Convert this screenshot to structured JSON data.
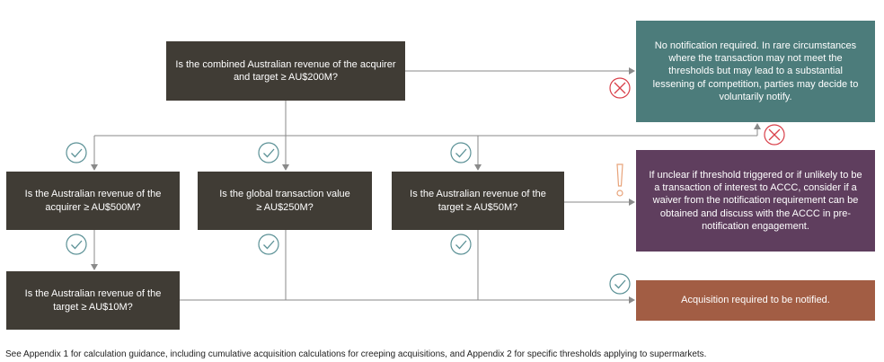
{
  "boxes": {
    "q_combined": "Is the combined Australian revenue of the acquirer and target ≥ AU$200M?",
    "q_acquirer": "Is the Australian revenue of the acquirer ≥ AU$500M?",
    "q_global": "Is the global transaction value ≥  AU$250M?",
    "q_target50": "Is the Australian revenue of the target ≥  AU$50M?",
    "q_target10": "Is the Australian revenue of the target ≥  AU$10M?",
    "no_notification": "No notification required. In rare circumstances where the transaction may not meet the thresholds but may lead to a substantial lessening of competition, parties may decide to voluntarily notify.",
    "unclear": "If unclear if threshold triggered or if unlikely to be a transaction of interest to ACCC, consider if a waiver from the notification requirement can be obtained and discuss with the ACCC in pre-notification engagement.",
    "required": "Acquisition required to be notified."
  },
  "footnote": "See Appendix 1 for calculation guidance, including cumulative acquisition calculations for creeping acquisitions, and Appendix 2 for specific thresholds applying to supermarkets.",
  "colors": {
    "dark_box": "#403c35",
    "teal_box": "#4c7c7b",
    "purple_box": "#5f3e5e",
    "brown_box": "#a25d44",
    "line": "#8a8a8a",
    "check": "#5b9196",
    "cross": "#d9404a",
    "warning": "#e8a37a"
  },
  "icons": {
    "yes": "check-circle-icon",
    "no": "cross-circle-icon",
    "caution": "exclamation-icon"
  }
}
